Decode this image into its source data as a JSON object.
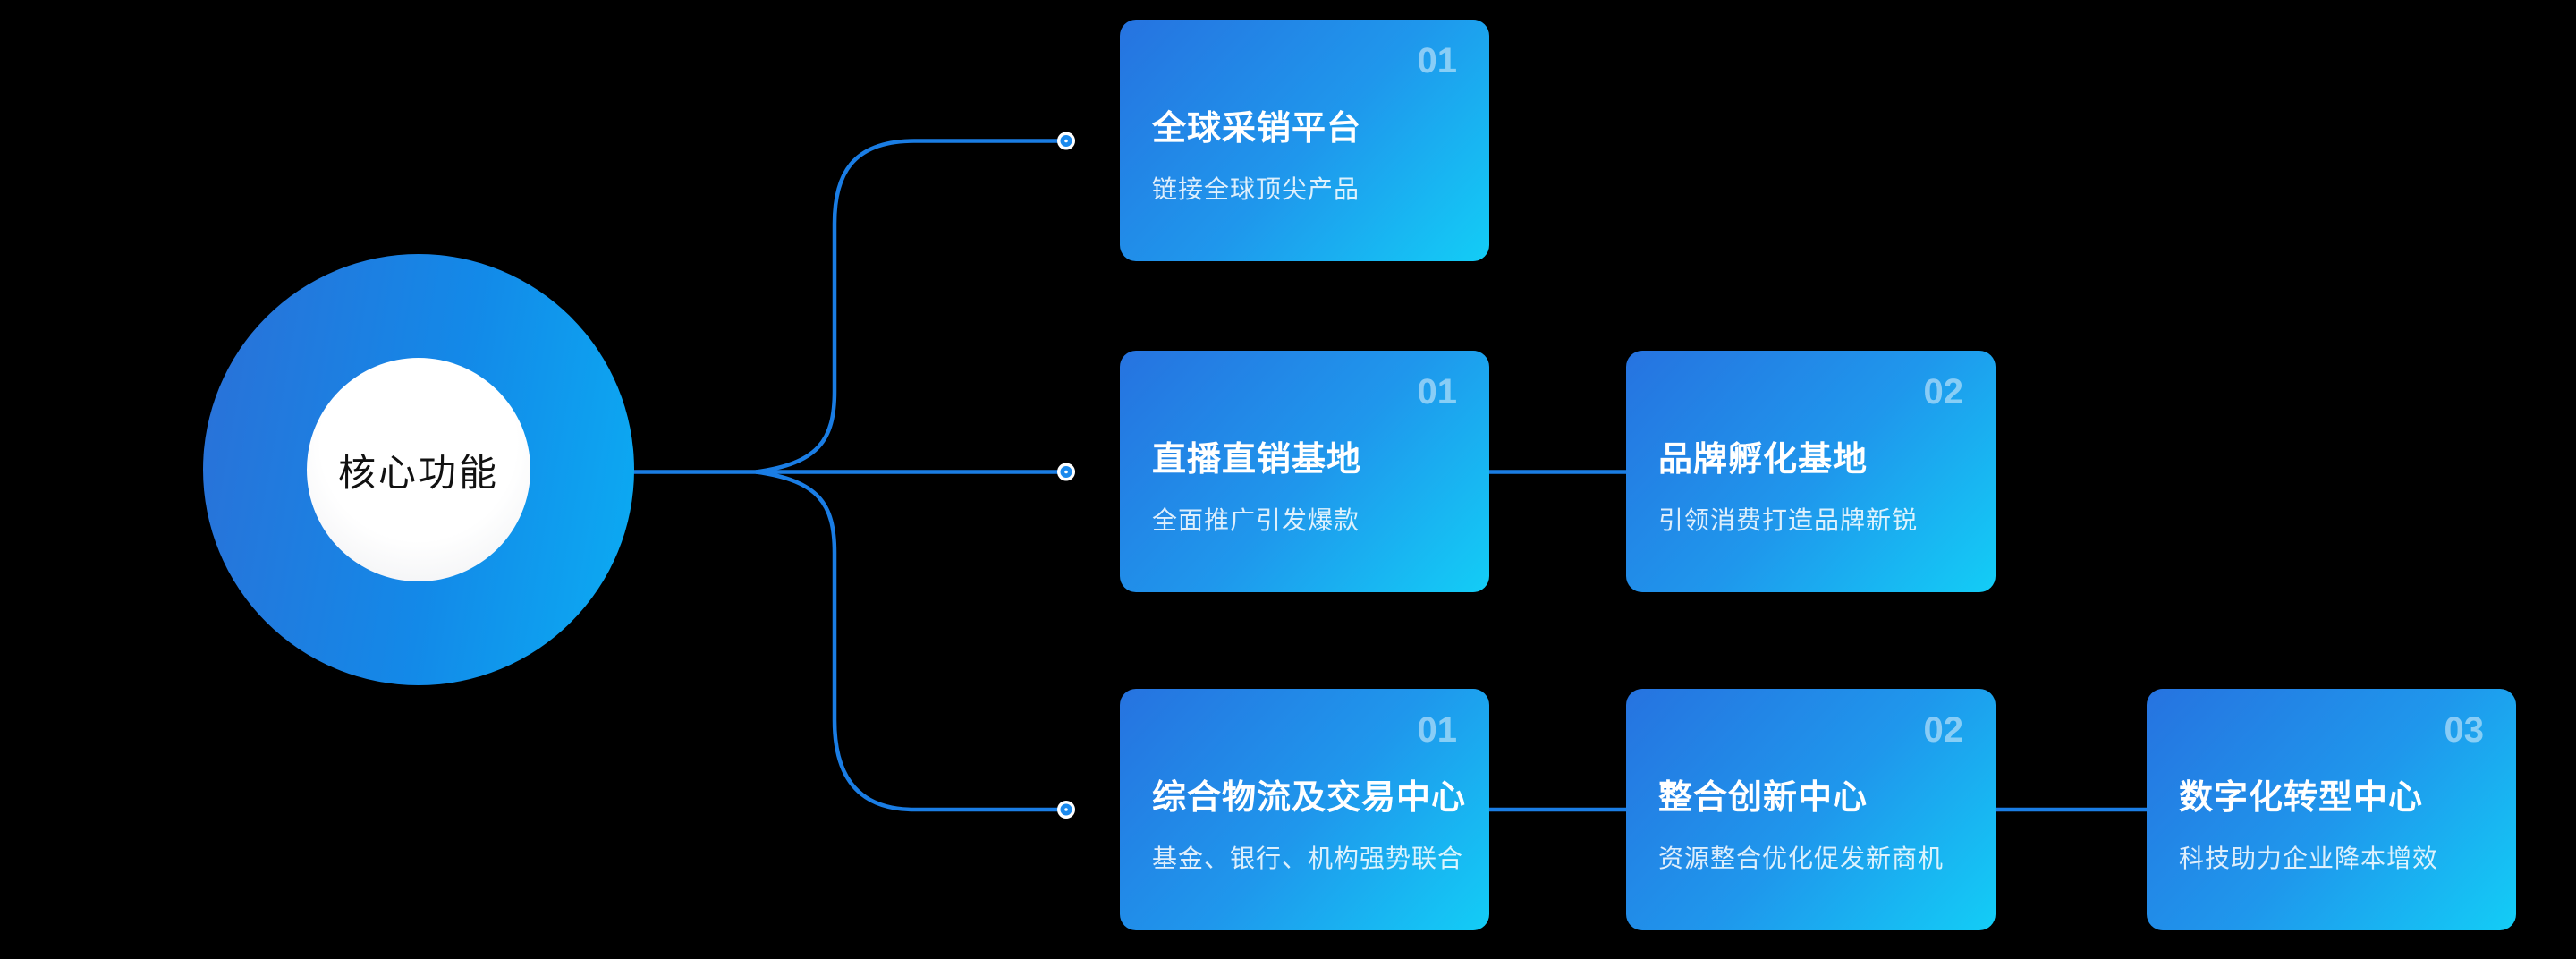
{
  "hub": {
    "label": "核心功能"
  },
  "rows": [
    {
      "cards": [
        {
          "number": "01",
          "title": "全球采销平台",
          "subtitle": "链接全球顶尖产品"
        }
      ]
    },
    {
      "cards": [
        {
          "number": "01",
          "title": "直播直销基地",
          "subtitle": "全面推广引发爆款"
        },
        {
          "number": "02",
          "title": "品牌孵化基地",
          "subtitle": "引领消费打造品牌新锐"
        }
      ]
    },
    {
      "cards": [
        {
          "number": "01",
          "title": "综合物流及交易中心",
          "subtitle": "基金、银行、机构强势联合"
        },
        {
          "number": "02",
          "title": "整合创新中心",
          "subtitle": "资源整合优化促发新商机"
        },
        {
          "number": "03",
          "title": "数字化转型中心",
          "subtitle": "科技助力企业降本增效"
        }
      ]
    }
  ],
  "colors": {
    "canvas_background": "#000000",
    "connector": "#1a7de4",
    "dot_fill": "#1b8aed",
    "card_gradient_start": "#2673e0",
    "card_gradient_mid": "#1f97ec",
    "card_gradient_end": "#13cdf6",
    "circle_gradient_start": "#2b70d7",
    "circle_gradient_end": "#0badf3",
    "title_color": "#ffffff",
    "number_color": "#ffffff7a",
    "subtitle_color": "#ffffffd9",
    "hub_text_color": "#111111"
  }
}
